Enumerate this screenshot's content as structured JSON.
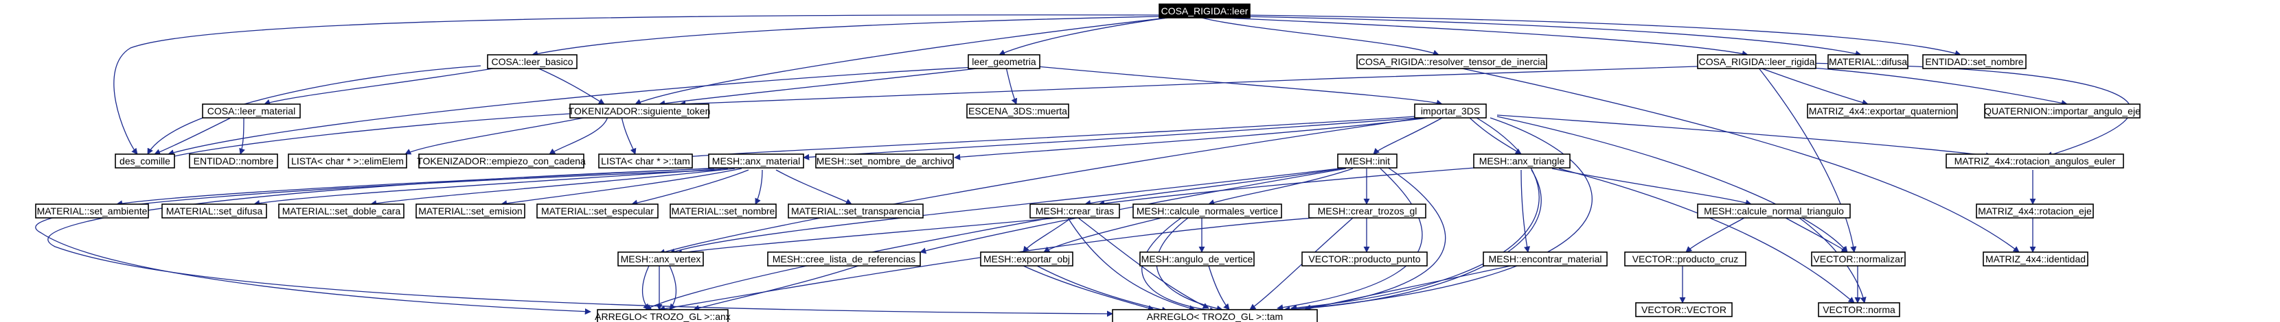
{
  "graph": {
    "title": "COSA_RIGIDA::leer",
    "colors": {
      "edge": "#1b2a8f",
      "node_border": "#000000",
      "root_fill": "#000000",
      "root_text": "#ffffff"
    },
    "nodes": [
      {
        "id": "root",
        "label": "COSA_RIGIDA::leer",
        "root": true
      },
      {
        "id": "cosa_leer_basico",
        "label": "COSA::leer_basico"
      },
      {
        "id": "leer_geometria",
        "label": "leer_geometria"
      },
      {
        "id": "resolver_tensor",
        "label": "COSA_RIGIDA::resolver_tensor_de_inercia"
      },
      {
        "id": "cosa_rigida_leer_rigida",
        "label": "COSA_RIGIDA::leer_rigida"
      },
      {
        "id": "material_difusa",
        "label": "MATERIAL::difusa"
      },
      {
        "id": "entidad_set_nombre",
        "label": "ENTIDAD::set_nombre"
      },
      {
        "id": "cosa_leer_material",
        "label": "COSA::leer_material"
      },
      {
        "id": "tokenizador_siguiente",
        "label": "TOKENIZADOR::siguiente_token"
      },
      {
        "id": "escena_muerta",
        "label": "ESCENA_3DS::muerta"
      },
      {
        "id": "importar_3ds",
        "label": "importar_3DS"
      },
      {
        "id": "matriz_exportar_quat",
        "label": "MATRIZ_4x4::exportar_quaternion"
      },
      {
        "id": "quat_importar",
        "label": "QUATERNION::importar_angulo_eje"
      },
      {
        "id": "des_comille",
        "label": "des_comille"
      },
      {
        "id": "entidad_nombre",
        "label": "ENTIDAD::nombre"
      },
      {
        "id": "lista_elim",
        "label": "LISTA< char * >::elimElem"
      },
      {
        "id": "tokenizador_empiezo",
        "label": "TOKENIZADOR::empiezo_con_cadena"
      },
      {
        "id": "lista_tam",
        "label": "LISTA< char * >::tam"
      },
      {
        "id": "mesh_anx_material",
        "label": "MESH::anx_material"
      },
      {
        "id": "mesh_set_nombre_archivo",
        "label": "MESH::set_nombre_de_archivo"
      },
      {
        "id": "mesh_init",
        "label": "MESH::init"
      },
      {
        "id": "mesh_anx_triangle",
        "label": "MESH::anx_triangle"
      },
      {
        "id": "matriz_rot_euler",
        "label": "MATRIZ_4x4::rotacion_angulos_euler"
      },
      {
        "id": "material_set_ambiente",
        "label": "MATERIAL::set_ambiente"
      },
      {
        "id": "material_set_difusa",
        "label": "MATERIAL::set_difusa"
      },
      {
        "id": "material_set_doble_cara",
        "label": "MATERIAL::set_doble_cara"
      },
      {
        "id": "material_set_emision",
        "label": "MATERIAL::set_emision"
      },
      {
        "id": "material_set_especular",
        "label": "MATERIAL::set_especular"
      },
      {
        "id": "material_set_nombre",
        "label": "MATERIAL::set_nombre"
      },
      {
        "id": "material_set_transparencia",
        "label": "MATERIAL::set_transparencia"
      },
      {
        "id": "mesh_crear_tiras",
        "label": "MESH::crear_tiras"
      },
      {
        "id": "mesh_calcule_normales_vertice",
        "label": "MESH::calcule_normales_vertice"
      },
      {
        "id": "mesh_crear_trozos_gl",
        "label": "MESH::crear_trozos_gl"
      },
      {
        "id": "mesh_calcule_normal_triangulo",
        "label": "MESH::calcule_normal_triangulo"
      },
      {
        "id": "matriz_rot_eje",
        "label": "MATRIZ_4x4::rotacion_eje"
      },
      {
        "id": "mesh_anx_vertex",
        "label": "MESH::anx_vertex"
      },
      {
        "id": "mesh_cree_lista",
        "label": "MESH::cree_lista_de_referencias"
      },
      {
        "id": "mesh_exportar_obj",
        "label": "MESH::exportar_obj"
      },
      {
        "id": "mesh_angulo_vertice",
        "label": "MESH::angulo_de_vertice"
      },
      {
        "id": "vector_producto_punto",
        "label": "VECTOR::producto_punto"
      },
      {
        "id": "mesh_encontrar_material",
        "label": "MESH::encontrar_material"
      },
      {
        "id": "vector_producto_cruz",
        "label": "VECTOR::producto_cruz"
      },
      {
        "id": "vector_normalizar",
        "label": "VECTOR::normalizar"
      },
      {
        "id": "matriz_identidad",
        "label": "MATRIZ_4x4::identidad"
      },
      {
        "id": "arreglo_anx",
        "label": "ARREGLO< TROZO_GL >::anx"
      },
      {
        "id": "arreglo_tam",
        "label": "ARREGLO< TROZO_GL >::tam"
      },
      {
        "id": "vector_vector",
        "label": "VECTOR::VECTOR"
      },
      {
        "id": "vector_norma",
        "label": "VECTOR::norma"
      }
    ]
  }
}
